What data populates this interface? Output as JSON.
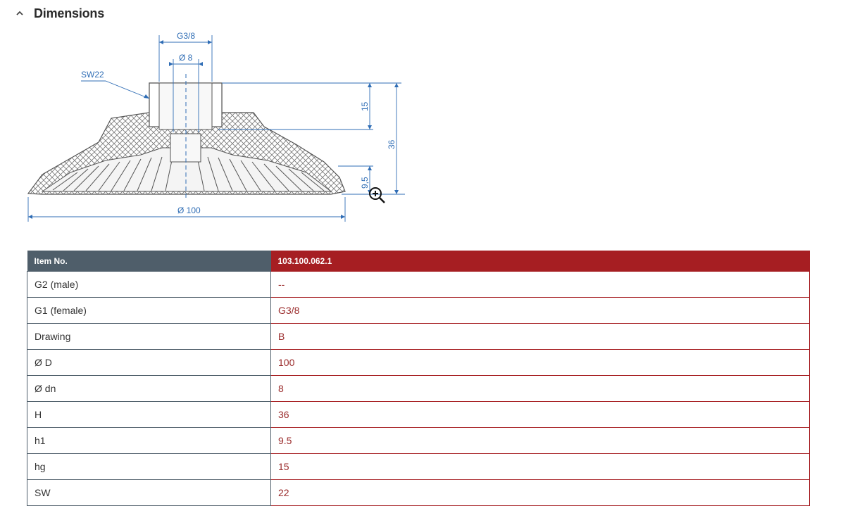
{
  "section": {
    "title": "Dimensions",
    "toggle_icon": "chevron-up-icon"
  },
  "drawing": {
    "labels": {
      "g38": "G3/8",
      "d8": "Ø 8",
      "sw22": "SW22",
      "h15": "15",
      "h36": "36",
      "h95": "9,5",
      "d100": "Ø 100"
    },
    "line_color": "#2f6db5",
    "zoom_icon": "zoom-in-icon"
  },
  "table": {
    "header": {
      "label": "Item No.",
      "value": "103.100.062.1"
    },
    "rows": [
      {
        "label": "G2 (male)",
        "value": "--"
      },
      {
        "label": "G1 (female)",
        "value": "G3/8"
      },
      {
        "label": "Drawing",
        "value": "B"
      },
      {
        "label": "Ø D",
        "value": "100"
      },
      {
        "label": "Ø dn",
        "value": "8"
      },
      {
        "label": "H",
        "value": "36"
      },
      {
        "label": "h1",
        "value": "9.5"
      },
      {
        "label": "hg",
        "value": "15"
      },
      {
        "label": "SW",
        "value": "22"
      }
    ],
    "colors": {
      "label_header_bg": "#4f5e6a",
      "value_header_bg": "#a61e22",
      "value_text": "#9a2a2a"
    }
  }
}
